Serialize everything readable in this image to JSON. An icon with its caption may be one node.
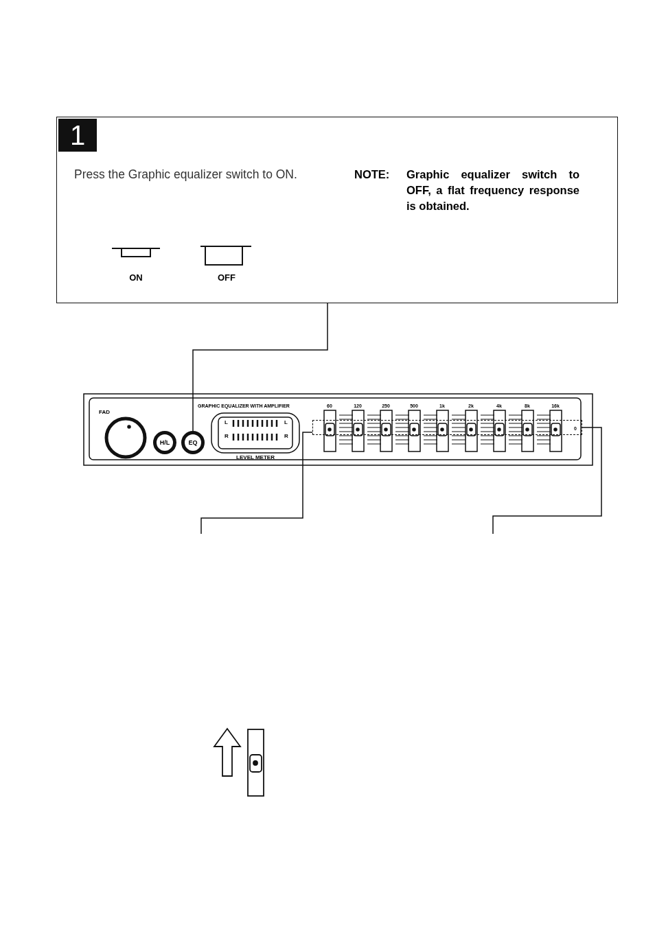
{
  "diagram": {
    "nodes": [
      {
        "text": [
          "1",
          "Press the Graphic equalizer switch to ON.",
          "NOTE:",
          "Graphic equalizer switch to OFF, a flat frequency response is obtained."
        ]
      },
      {
        "text": [
          "H/L"
        ]
      },
      {
        "text": [
          "EQ"
        ]
      },
      {
        "text": [],
        "shape": "box"
      }
    ],
    "edges": [
      {
        "from": 0,
        "to": 2,
        "arrow": "none"
      },
      {
        "from": null,
        "to": 3,
        "arrow": "none"
      },
      {
        "from": null,
        "to": 3,
        "arrow": "none"
      }
    ],
    "labels": [
      "ON",
      "OFF",
      "GRAPHIC EQUALIZER WITH AMPLIFIER",
      "FAD",
      "L",
      "L",
      "R",
      "R",
      "LEVEL METER",
      "60",
      "120",
      "250",
      "500",
      "1k",
      "2k",
      "4k",
      "8k",
      "16k",
      "0"
    ]
  }
}
